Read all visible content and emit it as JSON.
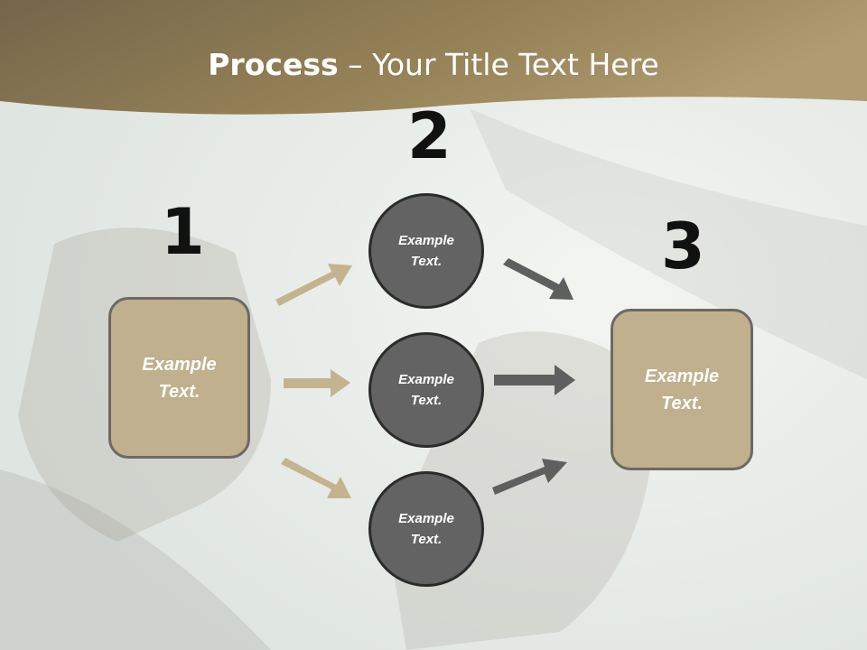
{
  "title": {
    "bold": "Process",
    "rest": " – Your Title Text Here"
  },
  "steps": [
    {
      "number": "1",
      "text_line1": "Example",
      "text_line2": "Text."
    },
    {
      "number": "2"
    },
    {
      "number": "3",
      "text_line1": "Example",
      "text_line2": "Text."
    }
  ],
  "circles": [
    {
      "text_line1": "Example",
      "text_line2": "Text."
    },
    {
      "text_line1": "Example",
      "text_line2": "Text."
    },
    {
      "text_line1": "Example",
      "text_line2": "Text."
    }
  ],
  "colors": {
    "banner": "#8f7e58",
    "box": "#c0b08d",
    "circle": "#636363",
    "arrow_left": "#c3b48f",
    "arrow_right": "#5f5f5f"
  }
}
